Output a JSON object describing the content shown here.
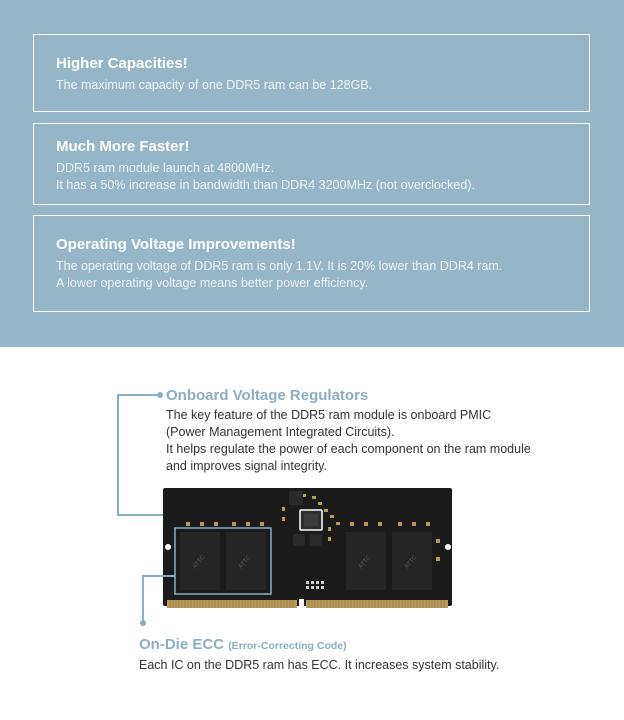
{
  "features": [
    {
      "title": "Higher Capacities!",
      "lines": [
        "The maximum capacity of one DDR5 ram can be 128GB."
      ]
    },
    {
      "title": "Much More Faster!",
      "lines": [
        "DDR5 ram module launch at 4800MHz.",
        "It has a 50% increase in bandwidth than DDR4 3200MHz (not overclocked)."
      ]
    },
    {
      "title": "Operating Voltage Improvements!",
      "lines": [
        "The operating voltage of DDR5 ram is only 1.1V. It is 20% lower than DDR4 ram.",
        "A lower operating voltage means better power efficiency."
      ]
    }
  ],
  "regulators": {
    "title": "Onboard Voltage Regulators",
    "lines": [
      "The key feature of the DDR5 ram module is onboard PMIC",
      "(Power Management Integrated Circuits).",
      "It helps regulate the power of each component on the ram module",
      "and improves signal integrity."
    ]
  },
  "ecc": {
    "title": "On-Die ECC",
    "subtitle": "(Error-Correcting Code)",
    "line": "Each IC on the DDR5 ram has ECC.  It increases system stability."
  },
  "module": {
    "chip_label": "ATTC"
  },
  "colors": {
    "top_bg": "#94b6c8",
    "callout_line": "#8aaec2",
    "pcb": "#1b1b1b",
    "gold": "#b99a5a"
  }
}
